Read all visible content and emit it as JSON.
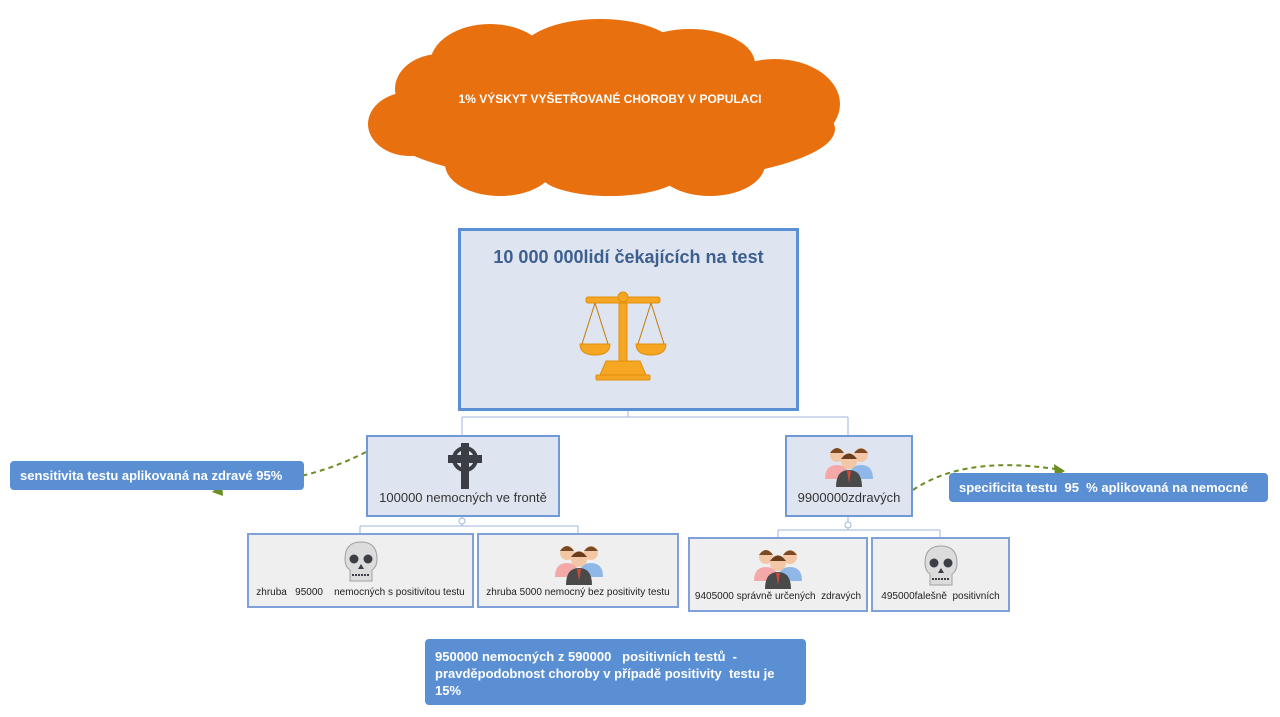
{
  "cloud": {
    "text": "1% VÝSKYT VYŠETŘOVANÉ CHOROBY V POPULACI",
    "color": "#e8700f"
  },
  "root": {
    "title": "10 000 000lidí čekajících na  test",
    "icon": "scales-of-justice-icon"
  },
  "branches": {
    "sick": {
      "label": "100000 nemocných ve frontě",
      "icon": "celtic-cross-icon",
      "children": [
        {
          "label": "zhruba   95000    nemocných s positivitou testu",
          "icon": "skull-icon"
        },
        {
          "label": "zhruba 5000 nemocný bez positivity testu",
          "icon": "people-group-icon"
        }
      ]
    },
    "healthy": {
      "label": "9900000zdravých",
      "icon": "people-group-icon",
      "children": [
        {
          "label": "9405000 správně určených  zdravých",
          "icon": "people-group-icon"
        },
        {
          "label": "495000falešně  positivních",
          "icon": "skull-icon"
        }
      ]
    }
  },
  "callouts": {
    "sensitivity": "sensitivita testu aplikovaná na zdravé 95%",
    "specificity": "specificita testu  95  % aplikovaná na nemocné",
    "summary": "950000 nemocných z 590000   positivních testů  - pravděpodobnost choroby v případě positivity  testu je 15%"
  },
  "colors": {
    "accent": "#5b8fd3",
    "node_fill": "#dfe5f0",
    "leaf_fill": "#efefef",
    "connector_dashed": "#6b8e23",
    "scales": "#f5a623"
  }
}
